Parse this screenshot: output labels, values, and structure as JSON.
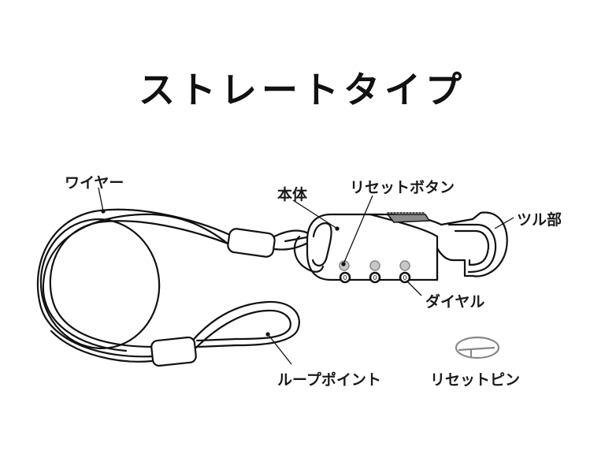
{
  "title": "ストレートタイプ",
  "labels": {
    "wire": "ワイヤー",
    "body": "本体",
    "reset_button": "リセットボタン",
    "shackle": "ツル部",
    "dial": "ダイヤル",
    "loop_point": "ループポイント",
    "reset_pin": "リセットピン"
  },
  "dial_values": [
    "0",
    "0",
    "0"
  ],
  "colors": {
    "line": "#111111",
    "background": "#ffffff",
    "reset_button_fill": "#b8b8b8",
    "slider_fill": "#8a8a8a",
    "reset_pin_stroke": "#888888"
  }
}
